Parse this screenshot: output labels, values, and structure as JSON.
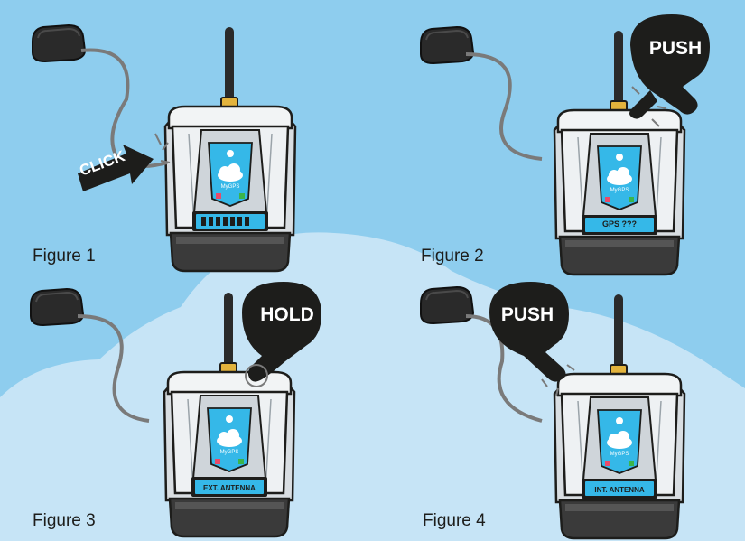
{
  "figures": [
    {
      "caption": "Figure 1",
      "screen_text": "▌▌▌▌▌▌▌",
      "action_label": "CLICK",
      "action_kind": "click"
    },
    {
      "caption": "Figure 2",
      "screen_text": "GPS ???",
      "action_label": "PUSH",
      "action_kind": "push"
    },
    {
      "caption": "Figure 3",
      "screen_text": "EXT. ANTENNA",
      "action_label": "HOLD",
      "action_kind": "hold"
    },
    {
      "caption": "Figure 4",
      "screen_text": "INT. ANTENNA",
      "action_label": "PUSH",
      "action_kind": "push-left"
    }
  ],
  "device_logo_text": "MyGPS",
  "colors": {
    "sky": "#8ecdee",
    "cloud": "#c6e4f6",
    "screen": "#35b8e8",
    "dark": "#1d1d1b",
    "body": "#eef1f3",
    "gold": "#e3b33c"
  }
}
